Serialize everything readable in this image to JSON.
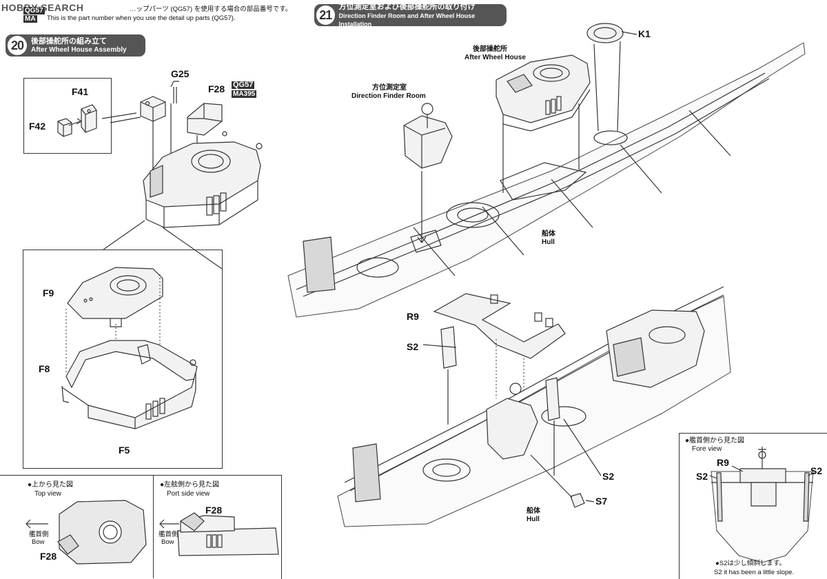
{
  "watermark": {
    "brand": "HOBBY SEARCH"
  },
  "note": {
    "badge_top": "QG57",
    "badge_bottom": "MA",
    "line1": "…ップパーツ (QG57) を使用する場合の部品番号です。",
    "line2": "This is the part number when you use the detail up parts (QG57)."
  },
  "step20": {
    "number": "20",
    "title_jp": "後部操舵所の組み立て",
    "title_en": "After Wheel House Assembly",
    "labels": {
      "f41": "F41",
      "f42": "F42",
      "g25": "G25",
      "f28": "F28",
      "f9": "F9",
      "f8": "F8",
      "f5": "F5"
    },
    "detail_tag": {
      "top": "QG57",
      "bottom": "MA395"
    },
    "top_view": {
      "jp": "●上から見た図",
      "en": "Top view",
      "bow_jp": "艦首側",
      "bow_en": "Bow",
      "part": "F28"
    },
    "port_view": {
      "jp": "●左舷側から見た図",
      "en": "Port side view",
      "bow_jp": "艦首側",
      "bow_en": "Bow",
      "part": "F28"
    }
  },
  "step21": {
    "number": "21",
    "title_jp": "方位測定室および後部操舵所の取り付け",
    "title_en": "Direction Finder Room and After Wheel House Installation",
    "labels": {
      "k1": "K1",
      "after_wheel_jp": "後部操舵所",
      "after_wheel_en": "After Wheel House",
      "dfr_jp": "方位測定室",
      "dfr_en": "Direction Finder Room",
      "hull_jp": "船体",
      "hull_en": "Hull",
      "r9": "R9",
      "s2a": "S2",
      "s2b": "S2",
      "s7": "S7",
      "hull2_jp": "船体",
      "hull2_en": "Hull"
    },
    "fore_view": {
      "jp": "●艦首側から見た図",
      "en": "Fore view",
      "r9": "R9",
      "s2_left": "S2",
      "s2_right": "S2",
      "note_jp": "●S2は少し傾斜します。",
      "note_en": "S2 it has been a little slope."
    }
  }
}
